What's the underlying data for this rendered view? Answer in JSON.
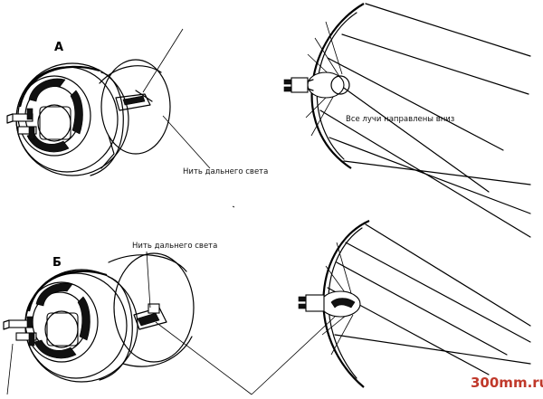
{
  "diagram": {
    "top_panel": {
      "letter": "А",
      "filament_label": "Нить дальнего света",
      "beam_label": "Все лучи направлены вниз"
    },
    "bottom_panel": {
      "letter": "Б",
      "filament_label": "Нить дальнего света"
    },
    "watermark": "300mm.ru",
    "colors": {
      "lines": "#000000",
      "watermark": "#c0392b"
    }
  }
}
